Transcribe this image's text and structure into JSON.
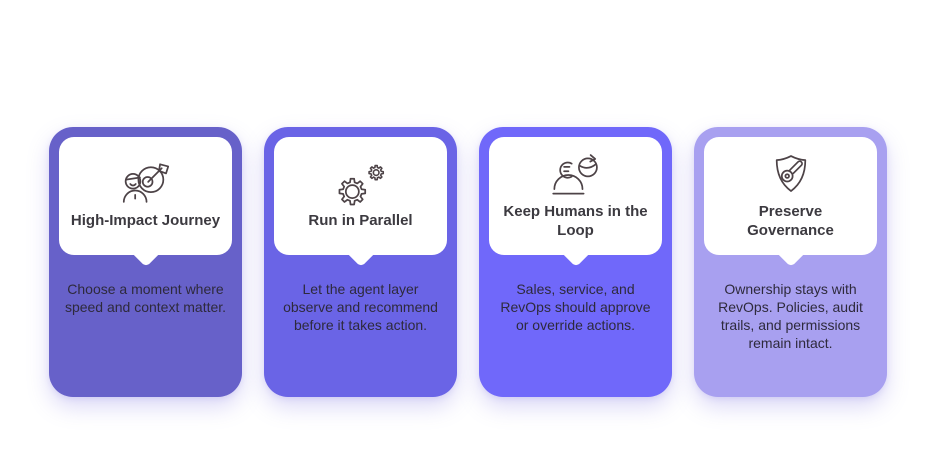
{
  "page": {
    "background": "#ffffff"
  },
  "colors": {
    "title": "#3c3a40",
    "body": "#2e2a3c",
    "icon_stroke": "#4d4347",
    "card_1": "#6761c9",
    "card_2": "#6a64e6",
    "card_3": "#7068fa",
    "card_4": "#a8a0f0"
  },
  "cards": [
    {
      "title": "High-Impact Journey",
      "body": "Choose a moment where speed and context matter.",
      "icon": "person-target-icon",
      "color": "#6761c9"
    },
    {
      "title": "Run in Parallel",
      "body": "Let the agent layer observe and recommend before it takes action.",
      "icon": "gears-icon",
      "color": "#6a64e6"
    },
    {
      "title": "Keep Humans in the Loop",
      "body": "Sales, service, and RevOps should approve or override actions.",
      "icon": "human-loop-icon",
      "color": "#7068fa"
    },
    {
      "title": "Preserve Governance",
      "body": "Ownership stays with RevOps. Policies, audit trails, and permissions remain intact.",
      "icon": "shield-key-icon",
      "color": "#a8a0f0"
    }
  ]
}
